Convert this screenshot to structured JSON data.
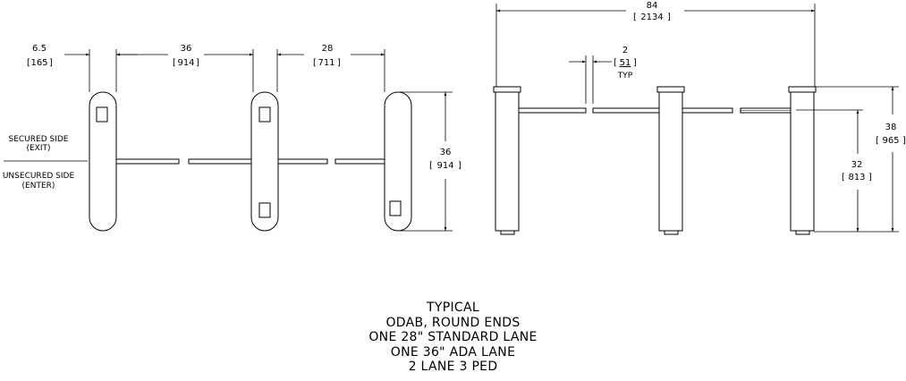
{
  "plan_view": {
    "dim_ped_width": "6.5",
    "dim_ped_width_mm": "165",
    "dim_lane1": "36",
    "dim_lane1_mm": "914",
    "dim_lane2": "28",
    "dim_lane2_mm": "711",
    "dim_depth": "36",
    "dim_depth_mm": "914",
    "secured_side": "SECURED SIDE",
    "secured_side_sub": "(EXIT)",
    "unsecured_side": "UNSECURED SIDE",
    "unsecured_side_sub": "(ENTER)"
  },
  "elevation_view": {
    "dim_overall": "84",
    "dim_overall_mm": "2134",
    "dim_gap": "2",
    "dim_gap_mm": "51",
    "dim_gap_note": "TYP",
    "dim_height": "38",
    "dim_height_mm": "965",
    "dim_arm_height": "32",
    "dim_arm_height_mm": "813"
  },
  "title_block": {
    "line1": "TYPICAL",
    "line2": "ODAB, ROUND ENDS",
    "line3": "ONE 28\" STANDARD LANE",
    "line4": "ONE 36\" ADA LANE",
    "line5": "2 LANE 3 PED"
  }
}
